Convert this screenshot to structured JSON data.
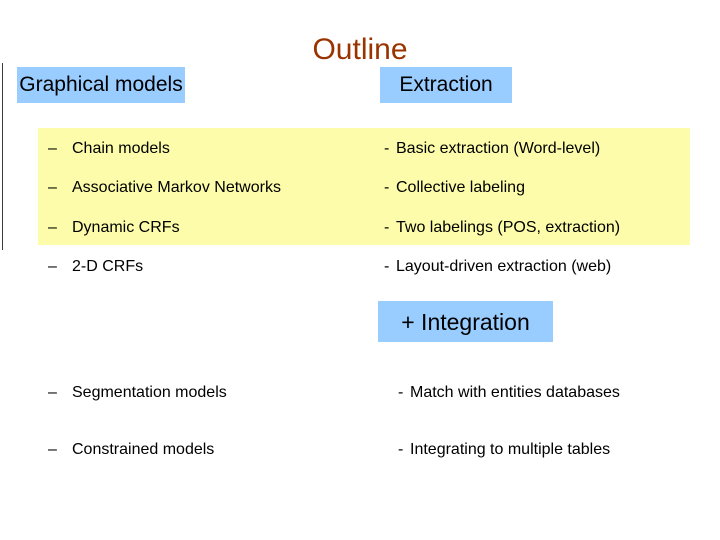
{
  "slide": {
    "title": "Outline",
    "headers": {
      "left": "Graphical models",
      "right": "Extraction",
      "integration": "+ Integration"
    },
    "rows": [
      {
        "left_dash": "–",
        "left": "Chain models",
        "right_dash": "-",
        "right": "Basic extraction (Word-level)"
      },
      {
        "left_dash": "–",
        "left": "Associative Markov Networks",
        "right_dash": "-",
        "right": "Collective labeling"
      },
      {
        "left_dash": "–",
        "left": "Dynamic CRFs",
        "right_dash": "-",
        "right": "Two labelings (POS, extraction)"
      },
      {
        "left_dash": "–",
        "left": "2-D CRFs",
        "right_dash": "-",
        "right": "Layout-driven extraction (web)"
      },
      {
        "left_dash": "–",
        "left": "Segmentation models",
        "right_dash": "-",
        "right": "Match with entities databases"
      },
      {
        "left_dash": "–",
        "left": "Constrained models",
        "right_dash": "-",
        "right": "Integrating to multiple tables"
      }
    ],
    "colors": {
      "title_text": "#993300",
      "header_highlight": "#99CCFF",
      "block_highlight": "#FCFCAA",
      "body_text": "#000000"
    }
  }
}
